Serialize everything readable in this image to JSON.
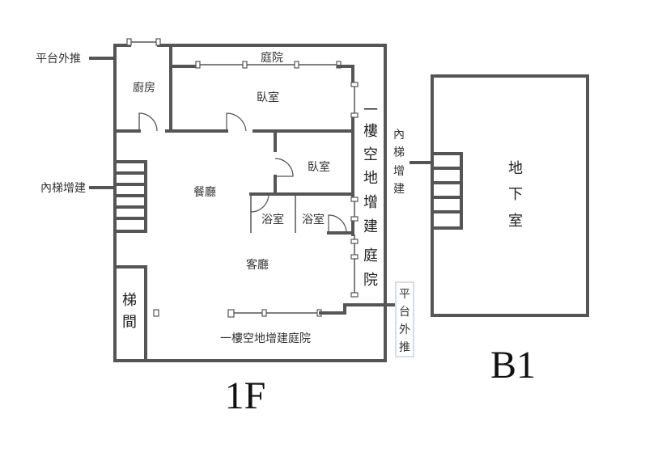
{
  "rooms": {
    "kitchen": "廚房",
    "bedroom_top": "臥室",
    "garden_top": "庭院",
    "bedroom_mid": "臥室",
    "dining": "餐廳",
    "bath_1": "浴室",
    "bath_2": "浴室",
    "living": "客廳",
    "stairwell": [
      "梯",
      "間"
    ],
    "bottom_garden": "一樓空地增建庭院",
    "side_garden": [
      "一",
      "樓",
      "空",
      "地",
      "增",
      "建",
      "庭",
      "院"
    ],
    "basement": [
      "地",
      "下",
      "室"
    ]
  },
  "annotations": {
    "platform_out_left": "平台外推",
    "inner_stair_left": "內梯增建",
    "inner_stair_right": [
      "內",
      "梯",
      "增",
      "建"
    ],
    "platform_out_right": [
      "平",
      "台",
      "外",
      "推"
    ]
  },
  "floors": {
    "first": "1F",
    "basement": "B1"
  },
  "colors": {
    "wall": "#555555",
    "text": "#333333",
    "badge_border": "#aabbdd"
  }
}
